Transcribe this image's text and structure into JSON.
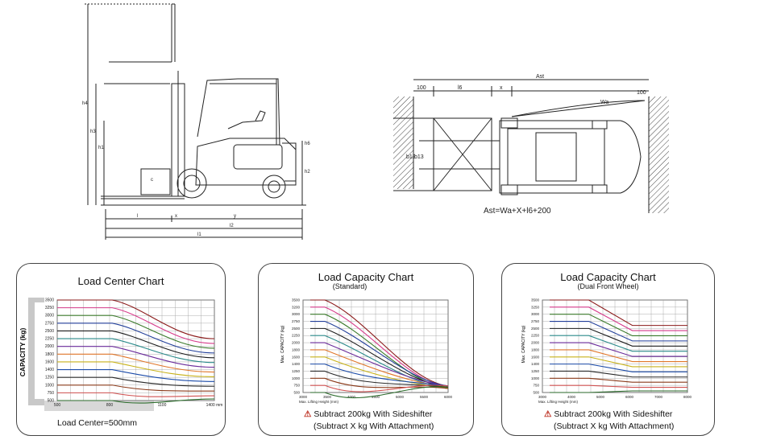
{
  "drawings": {
    "side_view": {
      "dims": [
        "h4",
        "h3",
        "h1",
        "h6",
        "h2",
        "l",
        "x",
        "y",
        "l2",
        "l1",
        "c"
      ]
    },
    "top_view": {
      "dims": [
        "100",
        "l6",
        "x",
        "Ast",
        "Wa",
        "100",
        "b12",
        "b13"
      ],
      "formula": "Ast=Wa+X+l6+200"
    }
  },
  "charts": [
    {
      "title": "Load Center Chart",
      "subtitle": "",
      "ylabel": "CAPACITY (kg)",
      "note": "Load Center=500mm",
      "x_ticks": [
        "500",
        "800",
        "1100",
        "1400 mm"
      ],
      "y_ticks": [
        "3500",
        "3250",
        "3000",
        "2750",
        "2500",
        "2250",
        "2000",
        "1800",
        "1600",
        "1400",
        "1250",
        "1000",
        "750",
        "500"
      ]
    },
    {
      "title": "Load Capacity Chart",
      "subtitle": "(Standard)",
      "ylabel": "Max. CAPACITY (kg)",
      "xlabel": "Max. Lifting Height (mm)",
      "warn1": "Subtract 200kg With Sideshifter",
      "warn2": "(Subtract X kg With Attachment)",
      "x_ticks": [
        "3000",
        "3500",
        "4000",
        "4500",
        "5000",
        "5500",
        "6000"
      ],
      "y_ticks": [
        "3500",
        "3200",
        "3000",
        "2750",
        "2500",
        "2250",
        "2000",
        "1800",
        "1600",
        "1400",
        "1250",
        "1000",
        "750",
        "500"
      ]
    },
    {
      "title": "Load Capacity Chart",
      "subtitle": "(Dual Front Wheel)",
      "ylabel": "Max. CAPACITY (kg)",
      "xlabel": "Max. Lifting Height (mm)",
      "warn1": "Subtract 200kg With Sideshifter",
      "warn2": "(Subtract X kg With Attachment)",
      "x_ticks": [
        "3000",
        "4000",
        "5000",
        "6000",
        "7000",
        "8000"
      ],
      "y_ticks": [
        "3500",
        "3250",
        "3000",
        "2750",
        "2500",
        "2250",
        "2000",
        "1800",
        "1600",
        "1400",
        "1250",
        "1000",
        "750",
        "500"
      ]
    }
  ],
  "colors": {
    "line_colors": [
      "#8b1a1a",
      "#d63a8a",
      "#3a7a2a",
      "#223f9a",
      "#1a1a1a",
      "#2a8a8a",
      "#6a2a9a",
      "#e0762a",
      "#c8b21a",
      "#1a4aa8",
      "#2a2a2a",
      "#8a3a1a",
      "#d05050",
      "#2a6a2a"
    ]
  }
}
